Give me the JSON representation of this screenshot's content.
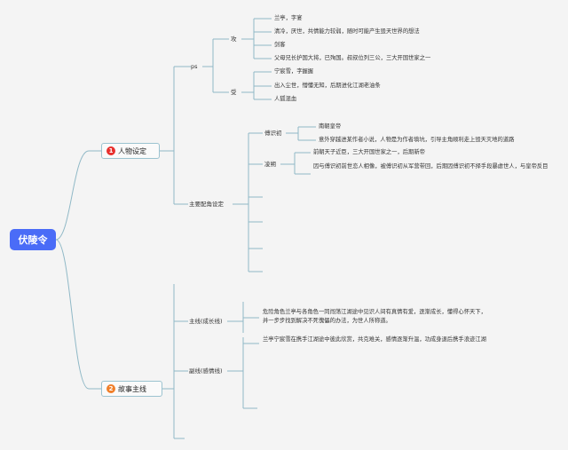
{
  "colors": {
    "root_bg": "#4a6cf7",
    "line": "#8fb8c6",
    "badge_1": "#e8302e",
    "badge_2": "#f07f2a"
  },
  "root": {
    "label": "伏陵令"
  },
  "branches": [
    {
      "label": "人物设定",
      "badge": "1"
    },
    {
      "label": "故事主线",
      "badge": "2"
    }
  ],
  "characters": {
    "ps": "ps",
    "gong": {
      "label": "攻",
      "items": [
        "兰亭，字宴",
        "清冷，厌世，共情能力较弱，随时可能产生毁天世界的想法",
        "剑客",
        "父母兄长护国大将，已殉国。叔叔位列三公，三大开国世家之一"
      ]
    },
    "shou": {
      "label": "受",
      "items": [
        "宁宸雪，字握握",
        "出入尘世，懵懂无知，后期进化江湖老油条",
        "人狐混血"
      ]
    },
    "supporting": {
      "label": "主要配角设定",
      "chuanshichu": {
        "label": "傅识初",
        "items": [
          "南朝皇帝",
          "意外穿越进某作者小说，人物是为作者填坑，引导主角顺利走上毁天灭地的道路"
        ]
      },
      "lingshuo": {
        "label": "凌朔",
        "items": [
          "前朝天子近臣，三大开国世家之一，后期新帝",
          "因与傅识初前世恋人相像，被傅识初从军营带回，后期因傅识初不择手段暴虐世人，与皇帝反目"
        ]
      }
    }
  },
  "story": {
    "main_line": {
      "label": "主线(成长线)",
      "text": "危险角色兰亭与各角色一同闯荡江湖途中见识人间有真情有爱，逐渐成长，懂得心怀天下，并一步步找到解决不死傀儡的办法，为世人所称道。"
    },
    "sub_line": {
      "label": "副线(感情线)",
      "text": "兰亭宁宸雪在携手江湖途中彼此欣赏，共克难关，感情逐渐升温，功成身退后携手浪迹江湖"
    }
  }
}
